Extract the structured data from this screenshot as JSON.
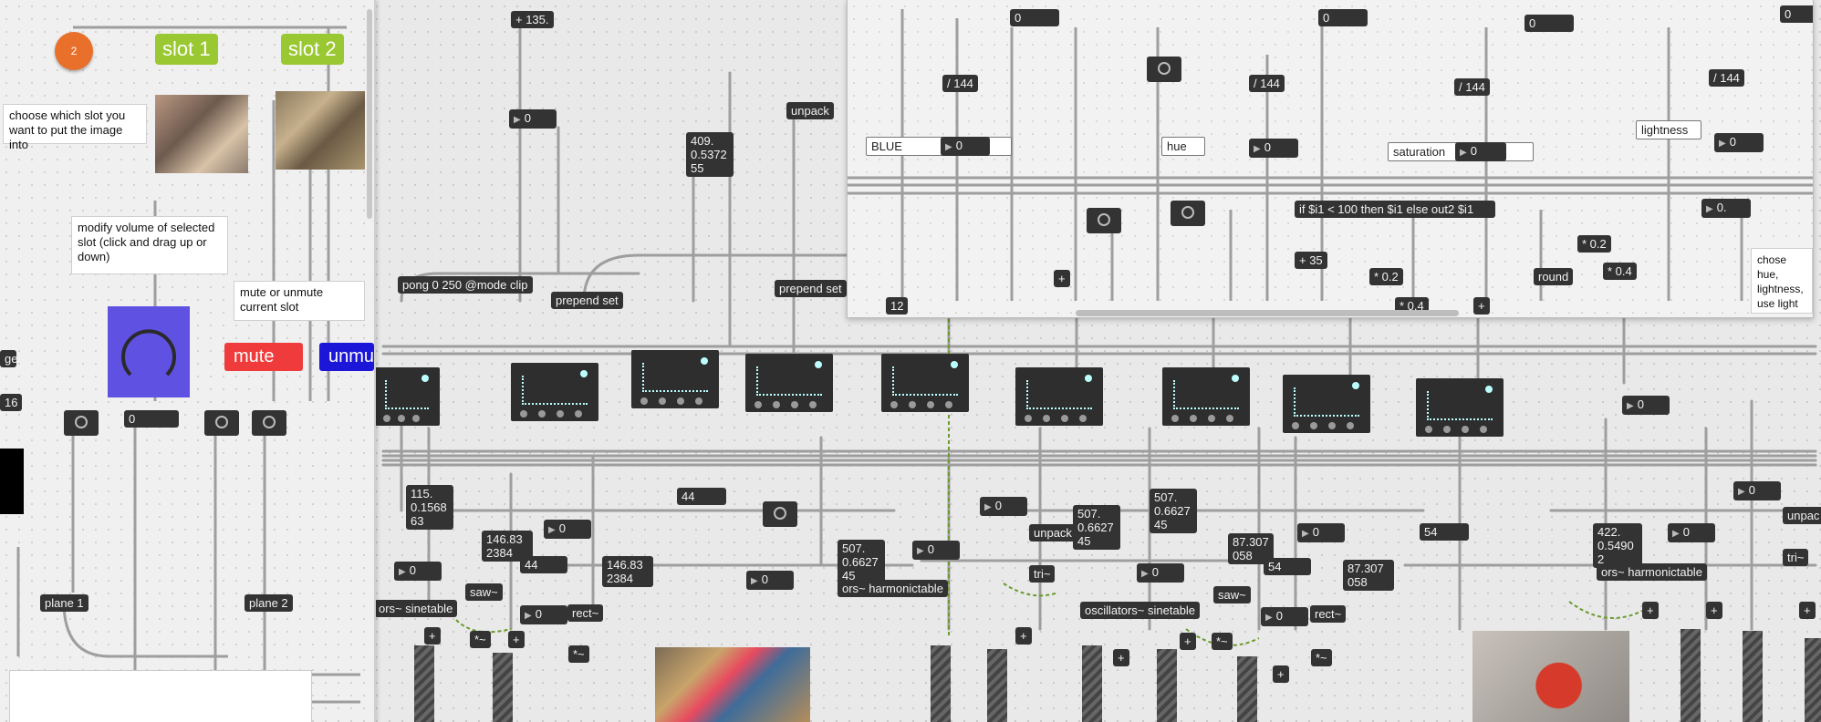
{
  "left_panel": {
    "bang_label": "2",
    "slot1_label": "slot 1",
    "slot2_label": "slot 2",
    "comment_choose": "choose which slot you want to put the image into",
    "comment_volume": "modify volume of selected slot  (click and drag up or down)",
    "comment_mute": "mute or unmute current slot",
    "mute_label": "mute",
    "unmute_label": "unmu",
    "edge_label": "ge",
    "num_16": "16",
    "num_0a": "0",
    "plane1": "plane 1",
    "plane2": "plane 2"
  },
  "sub_panel": {
    "n0a": "0",
    "n0b": "0",
    "n0c": "0",
    "n0d": "0",
    "div144a": "/ 144",
    "div144b": "/ 144",
    "div144c": "/ 144",
    "div144d": "/ 144",
    "blue_label": "BLUE",
    "blue_val": "0",
    "hue_label": "hue",
    "hue_val": "0",
    "sat_label": "saturation",
    "sat_val": "0",
    "light_label": "lightness",
    "light_val": "0",
    "expr": "if $i1 < 100 then $i1 else out2 $i1",
    "n0dot": "0.",
    "plus35": "+ 35",
    "mul02a": "* 0.2",
    "mul02b": "* 0.2",
    "mul04a": "* 0.4",
    "mul04b": "* 0.4",
    "round_label": "round",
    "plus_a": "+",
    "plus_b": "+",
    "n12": "12",
    "comment_lightness": "chose hue, lightness, use light something"
  },
  "main": {
    "plus135": "+ 135.",
    "n0_1": "0",
    "unpack_1": "unpack",
    "multi_409": "409.\n0.5372\n55",
    "pong": "pong 0 250 @mode clip",
    "prepend_set_1": "prepend set",
    "prepend_set_2": "prepend set",
    "n0_right": "0",
    "multi_115": "115.\n0.1568\n63",
    "multi_14683a": "146.83\n2384",
    "n44a": "44",
    "multi_14683b": "146.83\n2384",
    "n0_2": "0",
    "n0_3": "0",
    "n44b": "44",
    "sinetable_1": "ors~ sinetable",
    "saw_1": "saw~",
    "n0_4": "0",
    "rect_1": "rect~",
    "plus_1": "+",
    "plus_2": "+",
    "mul_1": "*~",
    "mul_2": "*~",
    "n0_5": "0",
    "multi_507a": "507.\n0.6627\n45",
    "harmonic_1": "ors~ harmonictable",
    "n0_6": "0",
    "n0_7": "0",
    "unpack_2": "unpack",
    "tri_1": "tri~",
    "multi_507b": "507.\n0.6627\n45",
    "multi_507c": "507.\n0.6627\n45",
    "n0_8": "0",
    "sinetable_2": "oscillators~ sinetable",
    "multi_87a": "87.307\n058",
    "n54a": "54",
    "saw_2": "saw~",
    "n0_9": "0",
    "multi_87b": "87.307\n058",
    "n0_10": "0",
    "rect_2": "rect~",
    "n54b": "54",
    "plus_3": "+",
    "plus_4": "+",
    "plus_5": "+",
    "plus_6": "+",
    "mul_3": "*~",
    "mul_4": "*~",
    "multi_422": "422.\n0.5490\n2",
    "harmonic_2": "ors~ harmonictable",
    "n0_11": "0",
    "n0_12": "0",
    "unpack_3": "unpac",
    "tri_2": "tri~",
    "plus_7": "+",
    "plus_8": "+",
    "plus_9": "+"
  }
}
